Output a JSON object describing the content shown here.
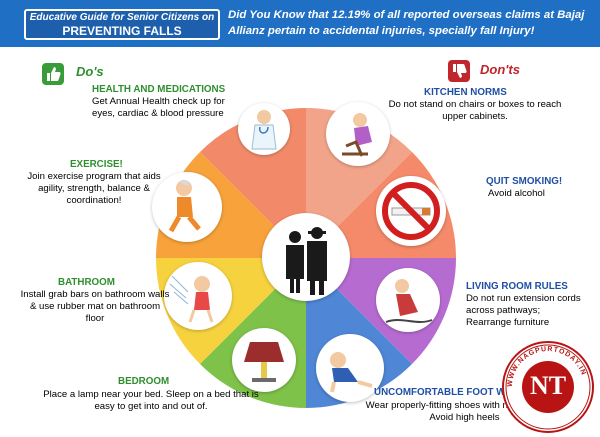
{
  "header": {
    "subtitle": "Educative Guide for Senior Citizens on",
    "title": "PREVENTING FALLS",
    "fact": "Did You Know that 12.19% of all reported overseas claims at Bajaj Allianz  pertain to accidental injuries, specially fall Injury!"
  },
  "dos": {
    "title": "Do's",
    "items": [
      {
        "label": "HEALTH AND MEDICATIONS",
        "text": "Get Annual Health check up for eyes, cardiac & blood pressure"
      },
      {
        "label": "EXERCISE!",
        "text": "Join exercise program that aids agility, strength, balance & coordination!"
      },
      {
        "label": "BATHROOM",
        "text": "Install grab bars on bathroom walls & use rubber mat on bathroom floor"
      },
      {
        "label": "BEDROOM",
        "text": "Place a lamp near your bed. Sleep on a bed that is easy to get into and out of."
      }
    ]
  },
  "donts": {
    "title": "Don'ts",
    "items": [
      {
        "label": "KITCHEN NORMS",
        "text": "Do not stand on chairs or boxes to reach upper cabinets."
      },
      {
        "label": "QUIT SMOKING!",
        "text": "Avoid alcohol"
      },
      {
        "label": "LIVING ROOM RULES",
        "text": "Do not run extension cords across pathways; Rearrange furniture"
      },
      {
        "label": "UNCOMFORTABLE FOOT WEAR",
        "text": "Wear properly-fitting shoes with nonskid soles. Avoid high heels"
      }
    ]
  },
  "watermark": {
    "initials": "NT",
    "ring_text": "WWW.NAGPURTODAY.IN"
  },
  "colors": {
    "header_bg": "#1f6fc4",
    "dos_green": "#2f8f2f",
    "donts_red": "#c0262c"
  }
}
